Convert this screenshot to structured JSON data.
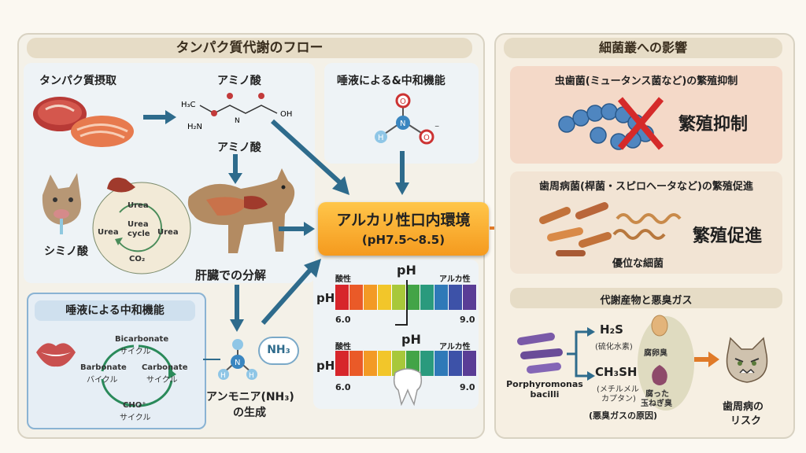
{
  "left_panel": {
    "title": "タンパク質代謝のフロー",
    "protein_intake": "タンパク質摂取",
    "amino_acid_top": "アミノ酸",
    "amino_acid_caption": "アミノ酸",
    "shiminos": "シミノ酸",
    "liver": "肝臓での分解",
    "urea_cycle": [
      "Urea",
      "Urea",
      "Urea",
      "Urea",
      "cycle",
      "CO₂"
    ],
    "saliva_top": "唾液による&中和機能",
    "saliva_box_title": "唾液による中和機能",
    "saliva_cycle": {
      "bicarbonate": "Bicarbonate",
      "bicarbonate_sub": "サイクル",
      "barbonate": "Barbonate",
      "barbonate_sub": "バイクル",
      "carbonate": "Carbonate",
      "carbonate_sub": "サイクル",
      "cho": "CHO⁺",
      "cho_sub": "サイクル"
    },
    "ammonia_line1": "アンモニア(NH₃)",
    "ammonia_line2": "の生成",
    "nh3": "NH₃"
  },
  "center": {
    "env_line1": "アルカリ性口内環境",
    "env_line2": "(pH7.5〜8.5)",
    "ph_scale": {
      "acid_label": "酸性",
      "alk_label": "アルカ性",
      "ph_label": "pH",
      "left_value": "6.0",
      "right_value": "9.0",
      "colors": [
        "#d7262b",
        "#ea5a28",
        "#f39a25",
        "#f2c62a",
        "#a8c83a",
        "#43a447",
        "#2a9a7d",
        "#2f79b8",
        "#3d52a8",
        "#5a3d96"
      ]
    }
  },
  "right_panel": {
    "title": "細菌叢への影響",
    "caries_title": "虫歯菌(ミュータンス菌など)の繁殖抑制",
    "caries_effect": "繁殖抑制",
    "perio_title": "歯周病菌(桿菌・スピロヘータなど)の繁殖促進",
    "perio_effect": "繁殖促進",
    "dominant": "優位な細菌",
    "metabolite_title": "代謝産物と悪臭ガス",
    "h2s": "H₂S",
    "h2s_name": "(硫化水素)",
    "rotten_egg": "腐卵臭",
    "ch3sh": "CH₃SH",
    "ch3sh_name1": "(メチルメル",
    "ch3sh_name2": "カプタン)",
    "onion1": "腐った",
    "onion2": "玉ねぎ臭",
    "gas_cause": "(悪臭ガスの原因)",
    "porphy1": "Porphyromonas",
    "porphy2": "bacilli",
    "risk1": "歯周病の",
    "risk2": "リスク"
  }
}
